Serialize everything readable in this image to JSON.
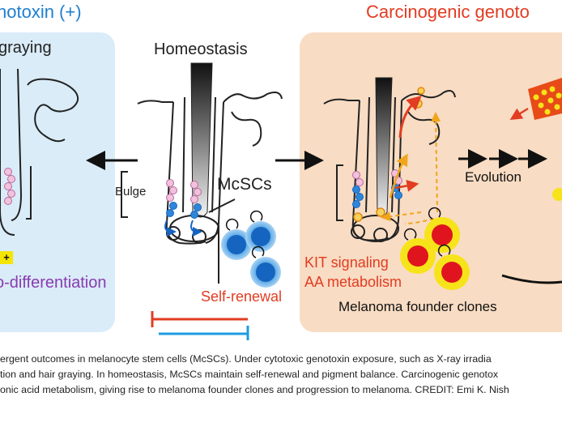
{
  "labels": {
    "header_left": "notoxin (+)",
    "header_right": "Carcinogenic genoto",
    "left_panel_title": "graying",
    "homeostasis": "Homeostasis",
    "bulge": "Bulge",
    "mcscs": "McSCs",
    "self_renewal": "Self-renewal",
    "evolution": "Evolution",
    "kit_signaling": "KIT signaling",
    "aa_metabolism": "AA metabolism",
    "melanoma_founder_clones": "Melanoma founder clones",
    "left_badge": "+",
    "left_bottom": "o-differentiation"
  },
  "caption": {
    "line1": "ergent outcomes in melanocyte stem cells (McSCs). Under cytotoxic genotoxin exposure, such as X-ray irradia",
    "line2": "tion and hair graying. In homeostasis, McSCs maintain self-renewal and pigment balance. Carcinogenic genotox",
    "line3": "onic acid metabolism, giving rise to melanoma founder clones and progression to melanoma. CREDIT: Emi K. Nish"
  },
  "colors": {
    "left_panel_bg": "#d9ecf8",
    "right_panel_bg": "#f8dcc3",
    "stem_cell_blue": "#1565c0",
    "clone_red": "#e0141e",
    "clone_yellow": "#f7e31a",
    "accent_red": "#e23c22",
    "accent_blue": "#1f9be0",
    "purple_text": "#8a3bb0"
  }
}
